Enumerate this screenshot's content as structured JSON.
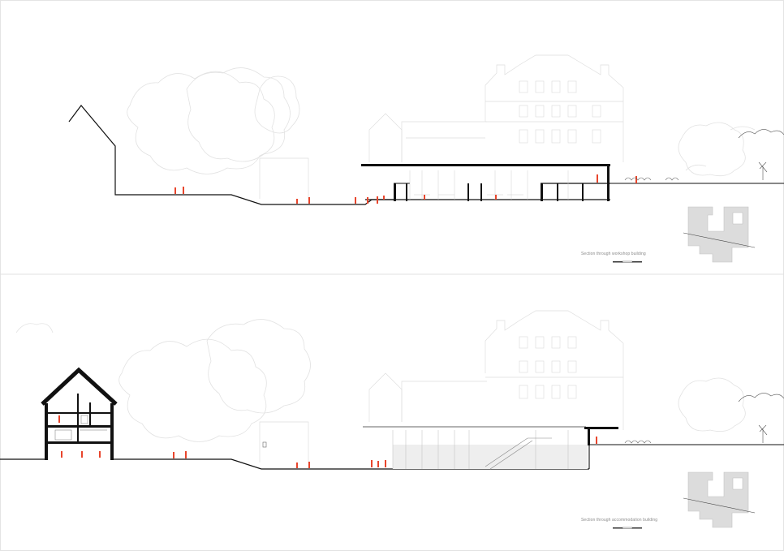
{
  "panels": [
    {
      "id": "top",
      "caption": "Section through workshop building"
    },
    {
      "id": "bottom",
      "caption": "Section through accommodation building"
    }
  ],
  "colors": {
    "ink": "#111111",
    "ghost": "#d9d9d9",
    "people": "#e8452c",
    "keyplan": "#dcdcdc",
    "glazing": "#e6e6e6"
  },
  "icons": [
    "person-figure-icon",
    "tree-icon",
    "keyplan-icon",
    "scalebar-icon"
  ]
}
